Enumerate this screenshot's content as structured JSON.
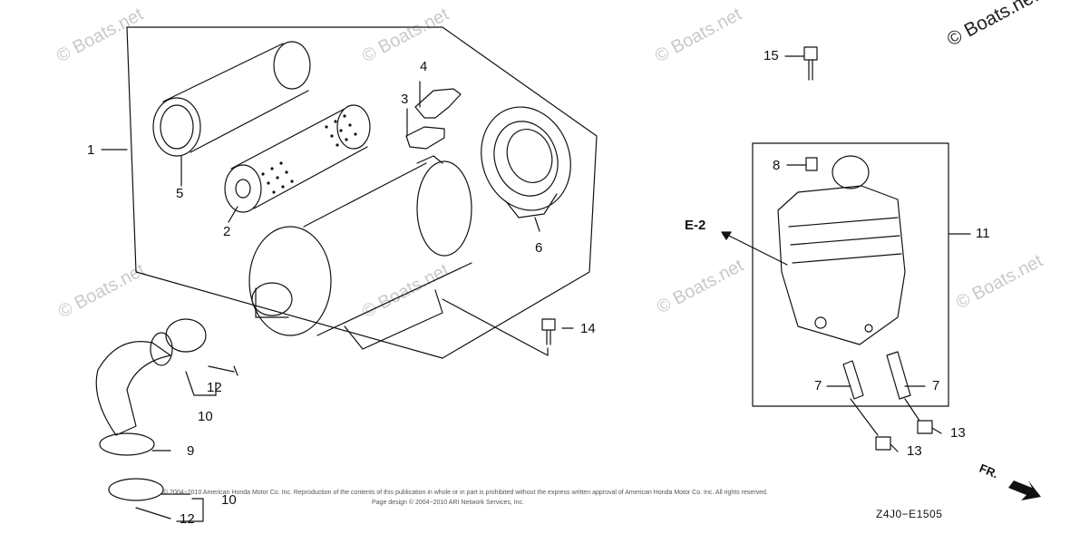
{
  "watermark": {
    "faint": "© Boats.net",
    "corner": "© Boats.net"
  },
  "callouts": {
    "c1": "1",
    "c2": "2",
    "c3": "3",
    "c4": "4",
    "c5": "5",
    "c6": "6",
    "c7a": "7",
    "c7b": "7",
    "c8": "8",
    "c9": "9",
    "c10a": "10",
    "c10b": "10",
    "c11": "11",
    "c12a": "12",
    "c12b": "12",
    "c13a": "13",
    "c13b": "13",
    "c14": "14",
    "c15": "15"
  },
  "reference": "E-2",
  "direction": "FR.",
  "diagram_code": "Z4J0−E1505",
  "copyright_line1": "© 2004−2010 American Honda Motor Co. Inc. Reproduction of the contents of this publication in whole or in part is prohibited without the express written approval of American Honda Motor Co. Inc. All rights reserved.",
  "copyright_line2": "Page design © 2004−2010 ARI Network Services, Inc."
}
